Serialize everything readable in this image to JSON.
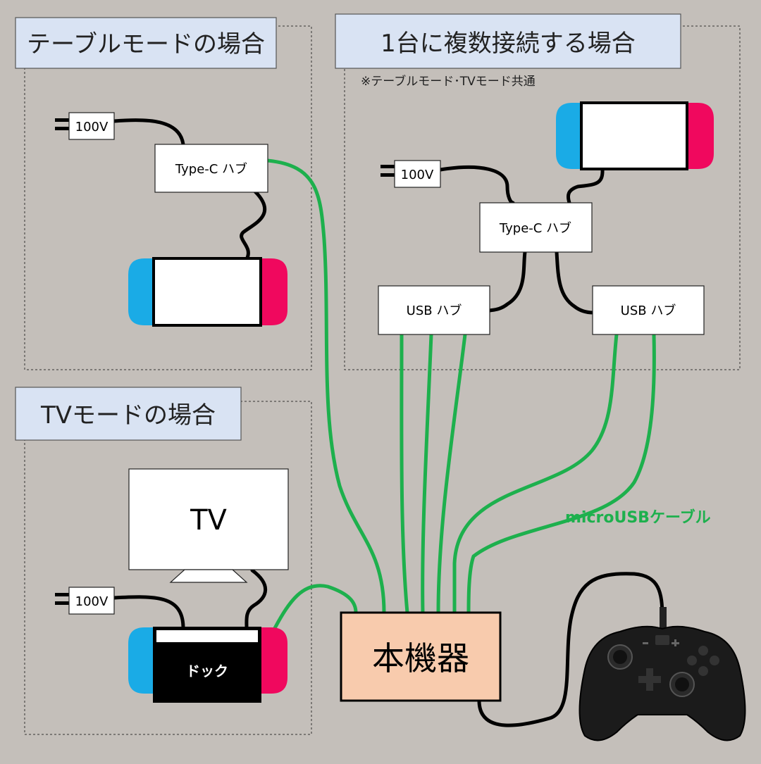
{
  "sections": {
    "table_mode": {
      "title": "テーブルモードの場合"
    },
    "multi_connect": {
      "title": "1台に複数接続する場合",
      "note": "※テーブルモード･TVモード共通"
    },
    "tv_mode": {
      "title": "TVモードの場合"
    }
  },
  "labels": {
    "power_100v": "100V",
    "typec_hub": "Type-C ハブ",
    "usb_hub": "USB ハブ",
    "tv": "TV",
    "dock": "ドック",
    "device": "本機器",
    "cable": "microUSBケーブル"
  },
  "colors": {
    "joycon_left": "#1aabe6",
    "joycon_right": "#f0085e",
    "cable_green": "#1db04d",
    "device_fill": "#f8cbad",
    "title_fill": "#d9e3f3",
    "background": "#c4bfba"
  },
  "icons": {
    "plug": "power-plug-icon",
    "console": "nintendo-switch-console-icon",
    "controller": "gamepad-controller-icon"
  }
}
